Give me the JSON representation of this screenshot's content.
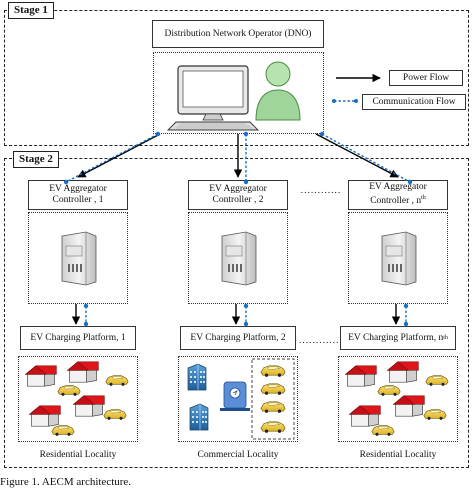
{
  "stage1": {
    "label": "Stage 1"
  },
  "stage2": {
    "label": "Stage 2"
  },
  "dno": {
    "title": "Distribution Network Operator (DNO)"
  },
  "legend": {
    "power": "Power Flow",
    "communication": "Communication Flow"
  },
  "aggregators": [
    {
      "line1": "EV Aggregator",
      "line2": "Controller , 1"
    },
    {
      "line1": "EV Aggregator",
      "line2": "Controller , 2"
    },
    {
      "line1": "EV Aggregator",
      "line2": "Controller , n",
      "sup": "th"
    }
  ],
  "platforms": [
    {
      "label": "EV Charging Platform, 1"
    },
    {
      "label": "EV Charging Platform, 2"
    },
    {
      "label": "EV Charging Platform, n",
      "sup": "th"
    }
  ],
  "localities": [
    "Residential Locality",
    "Commercial Locality",
    "Residential Locality"
  ],
  "ellipsis": "............",
  "caption": "Figure 1. AECM architecture.",
  "colors": {
    "house_roof": "#e0151b",
    "car": "#f3cf3b",
    "person": "#9fd49a",
    "power_arrow": "#000000",
    "comm_arrow": "#1a6fc4"
  }
}
